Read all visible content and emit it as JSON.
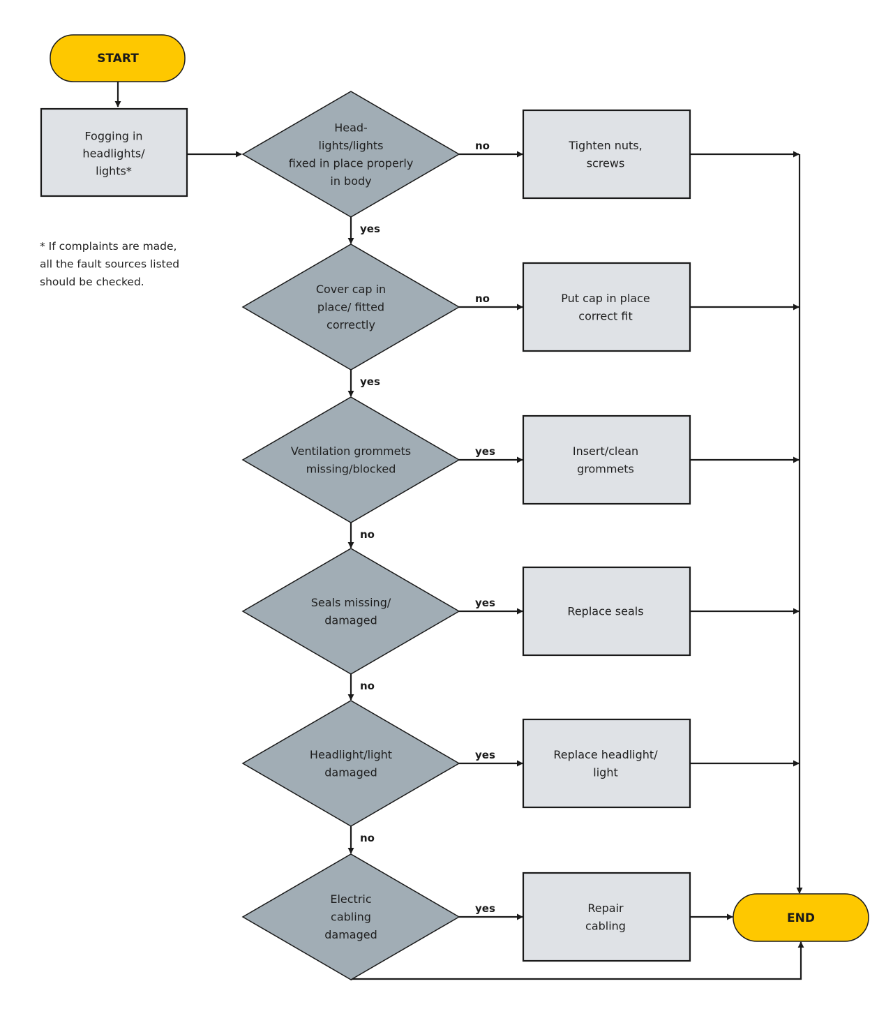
{
  "colors": {
    "terminal_fill": "#fec800",
    "process_fill": "#dfe2e6",
    "decision_fill": "#a1adb5",
    "line": "#1a1a1a"
  },
  "terminals": {
    "start": "START",
    "end": "END"
  },
  "start_process": [
    "Fogging in",
    "headlights/",
    "lights*"
  ],
  "note": [
    "* If complaints are made,",
    "all the fault sources listed",
    "should be checked."
  ],
  "decisions": [
    {
      "lines": [
        "Head-",
        "lights/lights",
        "fixed in place properly",
        "in body"
      ],
      "right_label": "no",
      "down_label": "yes"
    },
    {
      "lines": [
        "Cover cap in",
        "place/ fitted",
        "correctly"
      ],
      "right_label": "no",
      "down_label": "yes"
    },
    {
      "lines": [
        "Ventilation grommets",
        "missing/blocked"
      ],
      "right_label": "yes",
      "down_label": "no"
    },
    {
      "lines": [
        "Seals missing/",
        "damaged"
      ],
      "right_label": "yes",
      "down_label": "no"
    },
    {
      "lines": [
        "Headlight/light",
        "damaged"
      ],
      "right_label": "yes",
      "down_label": "no"
    },
    {
      "lines": [
        "Electric",
        "cabling",
        "damaged"
      ],
      "right_label": "yes",
      "down_label": ""
    }
  ],
  "actions": [
    [
      "Tighten nuts,",
      "screws"
    ],
    [
      "Put cap in place",
      "correct fit"
    ],
    [
      "Insert/clean",
      "grommets"
    ],
    [
      "Replace seals"
    ],
    [
      "Replace headlight/",
      "light"
    ],
    [
      "Repair",
      "cabling"
    ]
  ]
}
